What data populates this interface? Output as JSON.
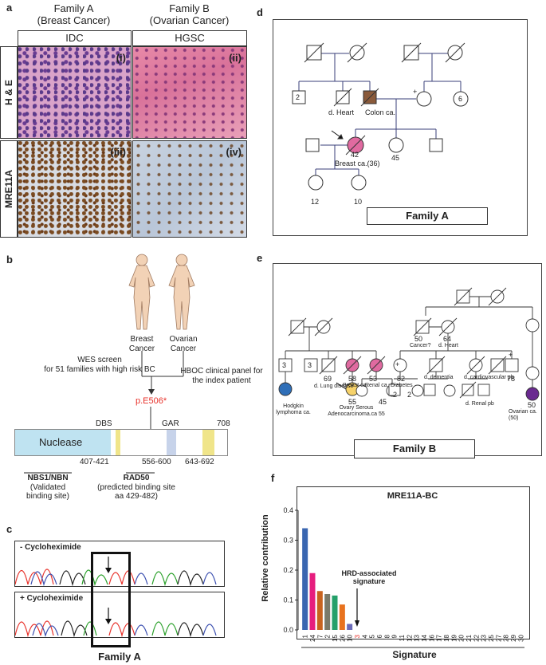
{
  "panel_labels": {
    "a": "a",
    "b": "b",
    "c": "c",
    "d": "d",
    "e": "e",
    "f": "f"
  },
  "panel_a": {
    "family_a": "Family A",
    "family_a_sub": "(Breast Cancer)",
    "family_b": "Family B",
    "family_b_sub": "(Ovarian Cancer)",
    "col1": "IDC",
    "col2": "HGSC",
    "row1": "H & E",
    "row2": "MRE11A",
    "tiles": [
      "(i)",
      "(ii)",
      "(iii)",
      "(iv)"
    ]
  },
  "panel_b": {
    "breast": "Breast",
    "breast2": "Cancer",
    "ovarian": "Ovarian",
    "ovarian2": "Cancer",
    "wes1": "WES screen",
    "wes2": "for 51 families with high risk BC",
    "hboc1": "HBOC clinical panel for",
    "hboc2": "the index patient",
    "mutation": "p.E506*",
    "nuclease": "Nuclease",
    "dbs": "DBS",
    "gar": "GAR",
    "end": "708",
    "r1": "407-421",
    "r2": "556-600",
    "r3": "643-692",
    "nbs": "NBS1/NBN",
    "nbs_a": "(Validated",
    "nbs_b": "binding site)",
    "rad": "RAD50",
    "rad_a": "(predicted binding site",
    "rad_b": "aa 429-482)"
  },
  "panel_c": {
    "minus": "- Cycloheximide",
    "plus": "+ Cycloheximide",
    "caption": "Family A"
  },
  "panel_d": {
    "caption": "Family A",
    "l2": "2",
    "l6": "6",
    "heart": "d. Heart",
    "colon": "Colon ca.",
    "proband_age": "42",
    "proband_dx": "Breast ca.(36)",
    "a45": "45",
    "a12": "12",
    "a10": "10",
    "plus": "+"
  },
  "panel_e": {
    "caption": "Family B",
    "n3a": "3",
    "n3b": "3",
    "a69": "69",
    "lung": "d. Lung disease",
    "a58": "58",
    "breast": "Breast ca.",
    "a53": "53",
    "renal": "Renal ca.",
    "a82": "82",
    "diab": "Diabetes",
    "plus1": "+",
    "a50": "50",
    "cancerq": "Cancer?",
    "a64": "64",
    "heart": "d. Heart",
    "dementia": "d. dementia",
    "cardio": "d. cardiovascular pb",
    "plus2": "+",
    "a78": "78",
    "renalpb": "d. Renal pb",
    "n2a": "2",
    "n2b": "2",
    "a45": "45",
    "a55": "55",
    "ovary1": "Ovary Serous",
    "ovary2": "Adenocarcinoma.ca  55",
    "hodgkin1": "Hodgkin",
    "hodgkin2": "lymphoma ca.",
    "a50b": "50",
    "ovarian": "Ovarian ca. (50)"
  },
  "panel_f": {
    "chart_data": {
      "type": "bar",
      "title": "MRE11A-BC",
      "xlabel": "Signature",
      "ylabel": "Relative contribution",
      "ylim": [
        0,
        0.4
      ],
      "yticks": [
        "0.0",
        "0.1",
        "0.2",
        "0.3",
        "0.4"
      ],
      "categories": [
        "1",
        "24",
        "7",
        "2",
        "15",
        "26",
        "10",
        "3",
        "4",
        "5",
        "6",
        "8",
        "9",
        "11",
        "12",
        "13",
        "14",
        "16",
        "17",
        "18",
        "19",
        "20",
        "21",
        "22",
        "23",
        "25",
        "27",
        "28",
        "29",
        "30"
      ],
      "values": [
        0.34,
        0.19,
        0.13,
        0.12,
        0.115,
        0.085,
        0.02,
        0,
        0,
        0,
        0,
        0,
        0,
        0,
        0,
        0,
        0,
        0,
        0,
        0,
        0,
        0,
        0,
        0,
        0,
        0,
        0,
        0,
        0,
        0
      ],
      "colors": [
        "#3a66b0",
        "#e61e7e",
        "#c8641f",
        "#7a7a6a",
        "#24a06a",
        "#e8721e",
        "#6b6bb8",
        "#999",
        "#999",
        "#999",
        "#999",
        "#999",
        "#999",
        "#999",
        "#999",
        "#999",
        "#999",
        "#999",
        "#999",
        "#999",
        "#999",
        "#999",
        "#999",
        "#999",
        "#999",
        "#999",
        "#999",
        "#999",
        "#999",
        "#999"
      ],
      "highlight_tick": "3",
      "highlight_color": "#e8312a",
      "annotation": "HRD-associated",
      "annotation2": "signature"
    }
  }
}
